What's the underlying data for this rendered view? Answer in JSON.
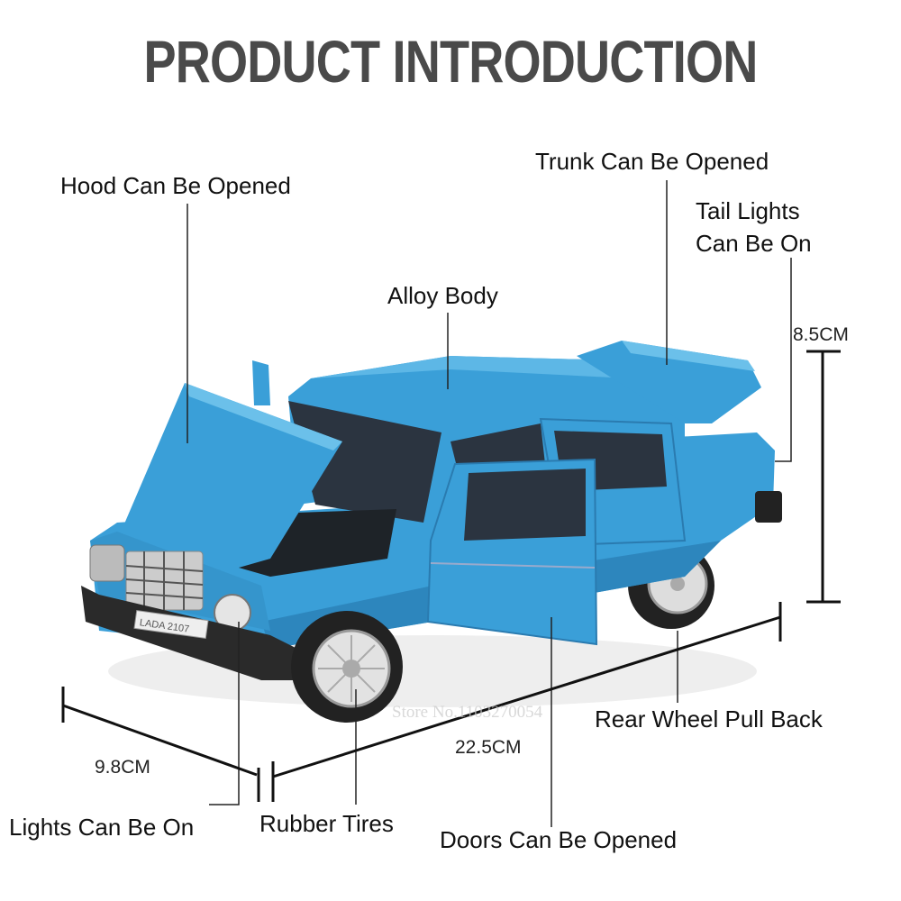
{
  "title": "PRODUCT INTRODUCTION",
  "labels": {
    "hood": "Hood Can Be Opened",
    "trunk": "Trunk Can Be Opened",
    "tail_lights_1": "Tail Lights",
    "tail_lights_2": "Can Be On",
    "alloy": "Alloy Body",
    "rear_wheel": "Rear Wheel Pull Back",
    "lights": "Lights Can Be On",
    "tires": "Rubber Tires",
    "doors": "Doors Can Be Opened"
  },
  "dimensions": {
    "height": "8.5CM",
    "length": "22.5CM",
    "width": "9.8CM"
  },
  "watermark": "Store No.1103270054",
  "plate": "LADA 2107",
  "colors": {
    "car_body": "#3a9fd8",
    "title": "#4a4a4a"
  }
}
